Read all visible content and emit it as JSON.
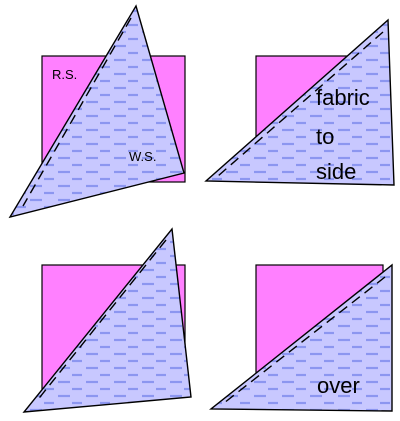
{
  "colors": {
    "square_fill": "#FF80FF",
    "triangle_fill": "#C8C8FF",
    "dash_color": "#8C96F0",
    "outline": "#000000"
  },
  "panels": [
    {
      "labels": [
        "R.S.",
        "W.S."
      ]
    },
    {
      "labels": [
        "fabric",
        "to",
        "side"
      ]
    },
    {
      "labels": []
    },
    {
      "labels": [
        "over"
      ]
    }
  ]
}
